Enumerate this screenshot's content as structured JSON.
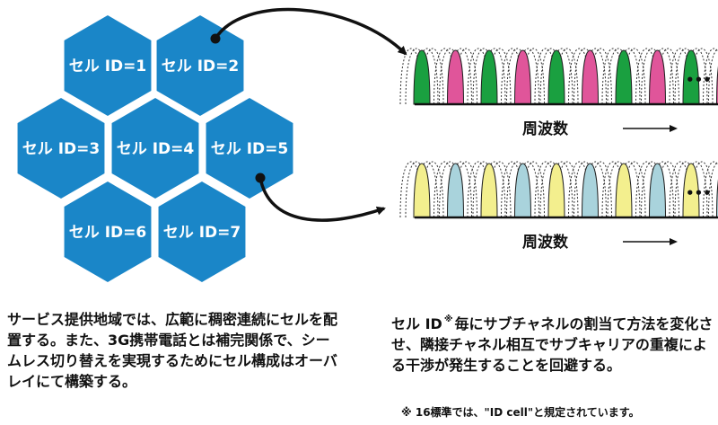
{
  "cells": [
    {
      "label": "セル ID=1"
    },
    {
      "label": "セル ID=2"
    },
    {
      "label": "セル ID=3"
    },
    {
      "label": "セル ID=4"
    },
    {
      "label": "セル ID=5"
    },
    {
      "label": "セル ID=6"
    },
    {
      "label": "セル ID=7"
    }
  ],
  "colors": {
    "cell_fill": "#1a86c8",
    "cell_border": "#ffffff",
    "green": "#1aa040",
    "pink": "#e0559a",
    "yellow": "#f3ef8e",
    "lightblue": "#a9d3dc"
  },
  "spectrum_top": {
    "axis_label": "周波数",
    "ellipsis": "•••",
    "pattern": [
      "green",
      "pink"
    ]
  },
  "spectrum_bottom": {
    "axis_label": "周波数",
    "ellipsis": "•••",
    "pattern": [
      "yellow",
      "lightblue"
    ]
  },
  "caption_left": "サービス提供地域では、広範に稠密連続にセルを配置する。また、3G携帯電話とは補完関係で、シームレス切り替えを実現するためにセル構成はオーバレイにて構築する。",
  "caption_right": {
    "part1": "セル ID",
    "mark": "※",
    "part2": "毎にサブチャネルの割当て方法を変化させ、隣接チャネル相互でサブキャリアの重複による干渉が発生することを回避する。"
  },
  "footnote": "※ 16標準では、\"ID cell\"と規定されています。"
}
